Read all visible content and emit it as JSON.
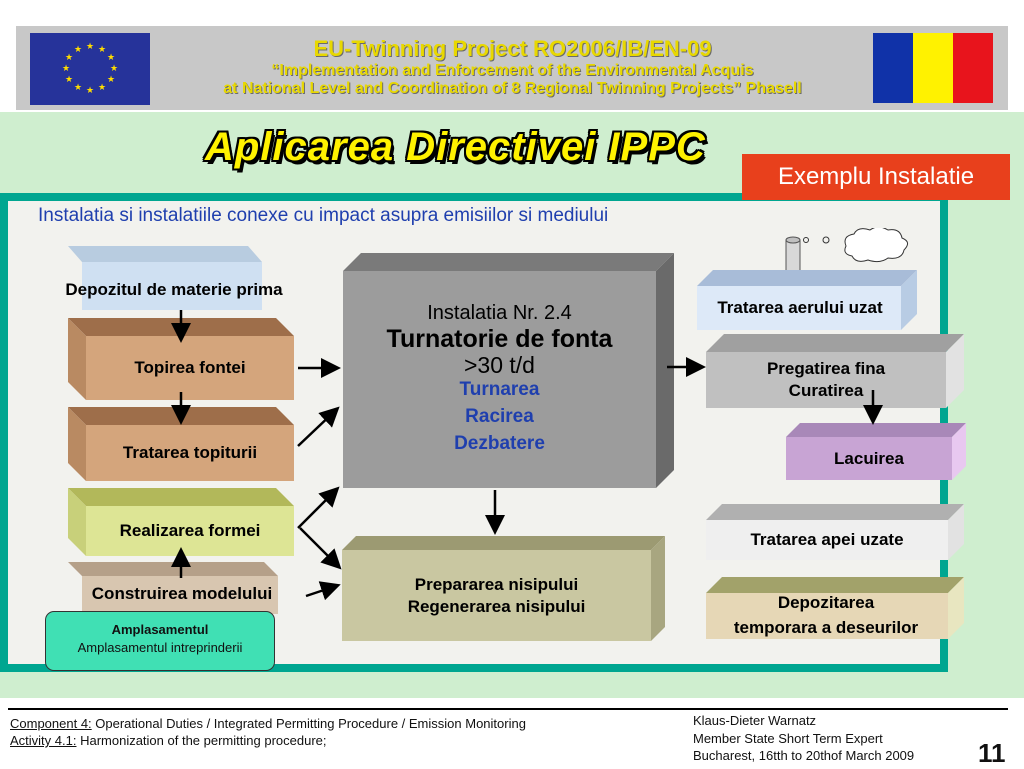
{
  "header": {
    "line1": "EU-Twinning  Project  RO2006/IB/EN-09",
    "line2": "“Implementation and Enforcement of the Environmental Acquis",
    "line3": "at National Level and Coordination of 8 Regional Twinning Projects” Phasell"
  },
  "title": "Aplicarea Directivei IPPC",
  "badge": "Exemplu Instalatie",
  "subtitle": "Instalatia si instalatiile conexe cu impact asupra emisiilor si mediului",
  "left_steps": {
    "depozit": "Depozitul de materie prima",
    "topirea": "Topirea fontei",
    "tratarea_topiturii": "Tratarea topiturii",
    "realizarea": "Realizarea formei",
    "construirea": "Construirea modelului"
  },
  "main": {
    "line1": "Instalatia Nr. 2.4",
    "line2": "Turnatorie de fonta",
    "line3": ">30 t/d",
    "ops": [
      "Turnarea",
      "Racirea",
      "Dezbatere"
    ]
  },
  "sand": {
    "line1": "Prepararea nisipului",
    "line2": "Regenerarea nisipului"
  },
  "right_steps": {
    "aer": "Tratarea aerului uzat",
    "pregatirea_1": "Pregatirea fina",
    "pregatirea_2": "Curatirea",
    "lacuire": "Lacuirea",
    "apa": "Tratarea apei uzate",
    "depozitarea_1": "Depozitarea",
    "depozitarea_2": "temporara a deseurilor"
  },
  "site": {
    "title": "Amplasamentul",
    "text": "Amplasamentul intreprinderii"
  },
  "footer": {
    "component_label": "Component 4:",
    "component_text": " Operational Duties / Integrated Permitting Procedure / Emission Monitoring",
    "activity_label": "Activity 4.1:",
    "activity_text": " Harmonization of the permitting procedure;",
    "author": "Klaus-Dieter Warnatz",
    "role": "Member State Short Term Expert",
    "place_date": "Bucharest,  16tth to 20thof March 2009",
    "page": "11"
  },
  "colors": {
    "teal_frame": "#00a690",
    "title_yellow": "#fff200",
    "badge_red": "#e8401c",
    "subtitle_blue": "#1f3fae",
    "site_green": "#40e0b4"
  }
}
